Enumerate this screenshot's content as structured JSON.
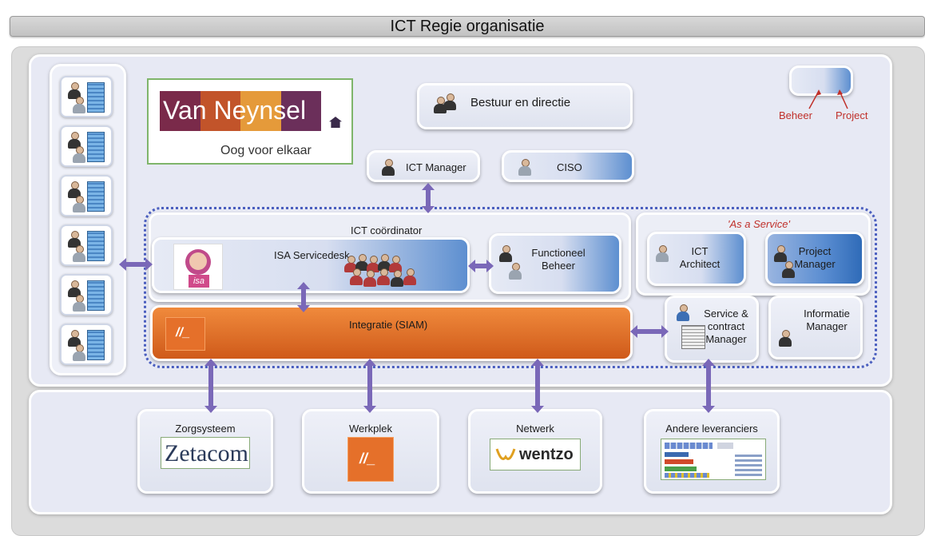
{
  "title": "ICT Regie organisatie",
  "logo": {
    "brand_name": "Van Neynsel",
    "tagline": "Oog voor elkaar",
    "colors": [
      "#7a2a4a",
      "#c2542a",
      "#e59a3a",
      "#6b2f5a"
    ]
  },
  "legend": {
    "beheer_label": "Beheer",
    "project_label": "Project",
    "color": "#c0302a"
  },
  "nodes": {
    "bestuur": "Bestuur en directie",
    "ict_manager": "ICT Manager",
    "ciso": "CISO",
    "ict_coordinator": "ICT coördinator",
    "isa_servicedesk": "ISA Servicedesk",
    "isa_logo_text": "isa",
    "functioneel_beheer": "Functioneel Beheer",
    "as_a_service": "'As a Service'",
    "ict_architect": "ICT Architect",
    "project_manager": "Project Manager",
    "integratie": "Integratie (SIAM)",
    "integratie_logo": "//_",
    "service_contract": "Service & contract Manager",
    "informatie_manager": "Informatie Manager"
  },
  "suppliers": [
    {
      "label": "Zorgsysteem",
      "logo_text": "Zetacom"
    },
    {
      "label": "Werkplek",
      "logo_text": "//_"
    },
    {
      "label": "Netwerk",
      "logo_text": "wentzo"
    },
    {
      "label": "Andere leveranciers",
      "logo_text": ""
    }
  ],
  "colors": {
    "accent_purple": "#7a68b8",
    "siam_orange": "#e07028",
    "dotted_blue": "#4b5fbf"
  }
}
